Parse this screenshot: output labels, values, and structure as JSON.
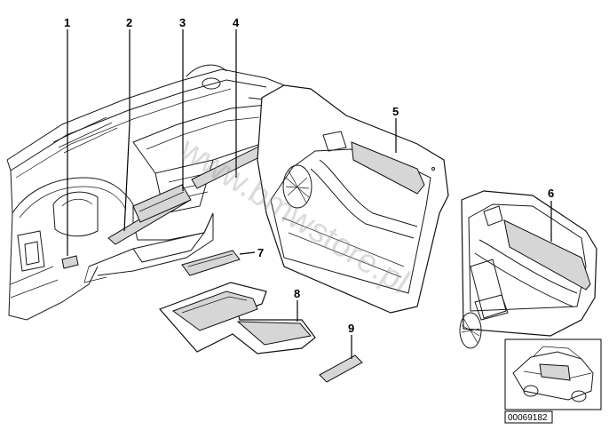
{
  "diagram": {
    "callouts": [
      {
        "id": "1",
        "label": "1"
      },
      {
        "id": "2",
        "label": "2"
      },
      {
        "id": "3",
        "label": "3"
      },
      {
        "id": "4",
        "label": "4"
      },
      {
        "id": "5",
        "label": "5"
      },
      {
        "id": "6",
        "label": "6"
      },
      {
        "id": "7",
        "label": "7"
      },
      {
        "id": "8",
        "label": "8"
      },
      {
        "id": "9",
        "label": "9"
      }
    ],
    "watermark": "www.bmwstore.pl",
    "image_code": "00069182"
  }
}
